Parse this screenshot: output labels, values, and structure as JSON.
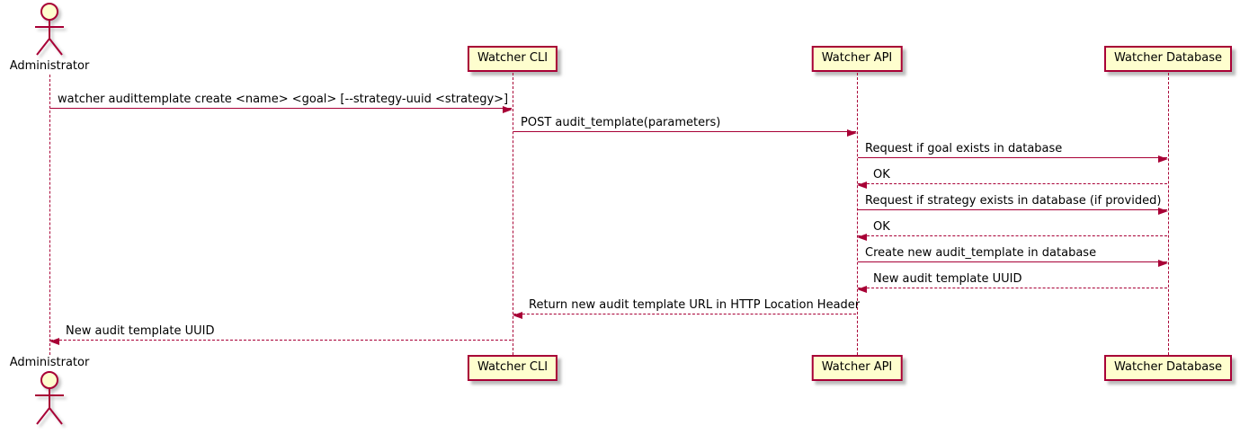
{
  "diagram": {
    "kind": "uml-sequence-diagram",
    "colors": {
      "accent": "#A80036",
      "participant_fill": "#FEFECE",
      "text": "#000000",
      "background": "#FFFFFF"
    },
    "actor": {
      "name": "Administrator"
    },
    "participants": [
      {
        "name": "Watcher CLI"
      },
      {
        "name": "Watcher API"
      },
      {
        "name": "Watcher Database"
      }
    ],
    "messages": [
      {
        "from": "Administrator",
        "to": "Watcher CLI",
        "style": "solid",
        "label": "watcher audittemplate create <name> <goal> [--strategy-uuid <strategy>]"
      },
      {
        "from": "Watcher CLI",
        "to": "Watcher API",
        "style": "solid",
        "label": "POST audit_template(parameters)"
      },
      {
        "from": "Watcher API",
        "to": "Watcher Database",
        "style": "solid",
        "label": "Request if goal exists in database"
      },
      {
        "from": "Watcher Database",
        "to": "Watcher API",
        "style": "dashed",
        "label": "OK"
      },
      {
        "from": "Watcher API",
        "to": "Watcher Database",
        "style": "solid",
        "label": "Request if strategy exists in database (if provided)"
      },
      {
        "from": "Watcher Database",
        "to": "Watcher API",
        "style": "dashed",
        "label": "OK"
      },
      {
        "from": "Watcher API",
        "to": "Watcher Database",
        "style": "solid",
        "label": "Create new audit_template in database"
      },
      {
        "from": "Watcher Database",
        "to": "Watcher API",
        "style": "dashed",
        "label": "New audit template UUID"
      },
      {
        "from": "Watcher API",
        "to": "Watcher CLI",
        "style": "dashed",
        "label": "Return new audit template URL in HTTP Location Header"
      },
      {
        "from": "Watcher CLI",
        "to": "Administrator",
        "style": "dashed",
        "label": "New audit template UUID"
      }
    ]
  }
}
